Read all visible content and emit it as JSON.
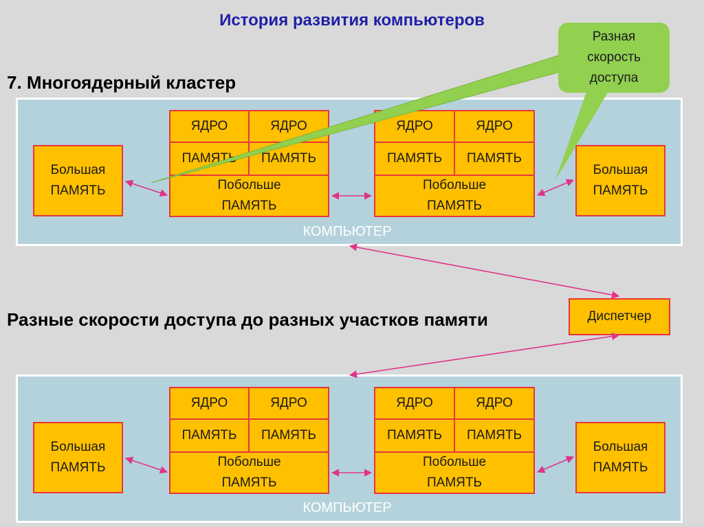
{
  "title": "История развития компьютеров",
  "heading_cluster": "7.   Многоядерный кластер",
  "heading_speeds": "Разные скорости доступа до разных участков памяти",
  "callout": "Разная\nскорость\nдоступа",
  "dispatcher": "Диспетчер",
  "computers": [
    {
      "label": "КОМПЬЮТЕР",
      "big_memory_left": "Большая\nПАМЯТЬ",
      "big_memory_right": "Большая\nПАМЯТЬ",
      "nodes": [
        {
          "cores": [
            "ЯДРО",
            "ЯДРО"
          ],
          "memories": [
            "ПАМЯТЬ",
            "ПАМЯТЬ"
          ],
          "shared": "Побольше\nПАМЯТЬ"
        },
        {
          "cores": [
            "ЯДРО",
            "ЯДРО"
          ],
          "memories": [
            "ПАМЯТЬ",
            "ПАМЯТЬ"
          ],
          "shared": "Побольше\nПАМЯТЬ"
        }
      ]
    },
    {
      "label": "КОМПЬЮТЕР",
      "big_memory_left": "Большая\nПАМЯТЬ",
      "big_memory_right": "Большая\nПАМЯТЬ",
      "nodes": [
        {
          "cores": [
            "ЯДРО",
            "ЯДРО"
          ],
          "memories": [
            "ПАМЯТЬ",
            "ПАМЯТЬ"
          ],
          "shared": "Побольше\nПАМЯТЬ"
        },
        {
          "cores": [
            "ЯДРО",
            "ЯДРО"
          ],
          "memories": [
            "ПАМЯТЬ",
            "ПАМЯТЬ"
          ],
          "shared": "Побольше\nПАМЯТЬ"
        }
      ]
    }
  ],
  "colors": {
    "title": "#1f1fa8",
    "panel": "#b4d2dc",
    "box_fill": "#ffc000",
    "box_border": "#e8363a",
    "arrow": "#e0338a",
    "callout": "#92d050"
  }
}
